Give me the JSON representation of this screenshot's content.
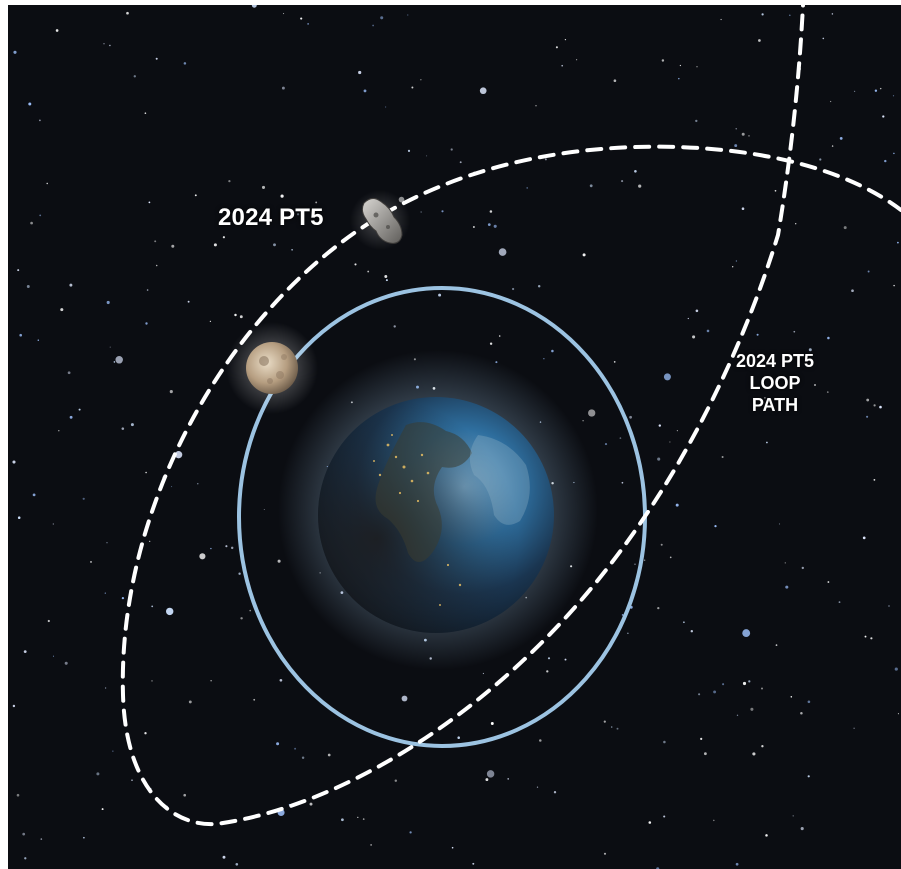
{
  "diagram": {
    "asteroid_label": "2024 PT5",
    "loop_label_lines": [
      "2024 PT5",
      "LOOP",
      "PATH"
    ],
    "colors": {
      "background": "#0b0d12",
      "moon_orbit": "#9cc3e2",
      "asteroid_path": "#ffffff",
      "label": "#ffffff"
    },
    "bodies": {
      "earth_icon": "earth-icon",
      "moon_icon": "moon-icon",
      "asteroid_icon": "asteroid-icon"
    }
  }
}
